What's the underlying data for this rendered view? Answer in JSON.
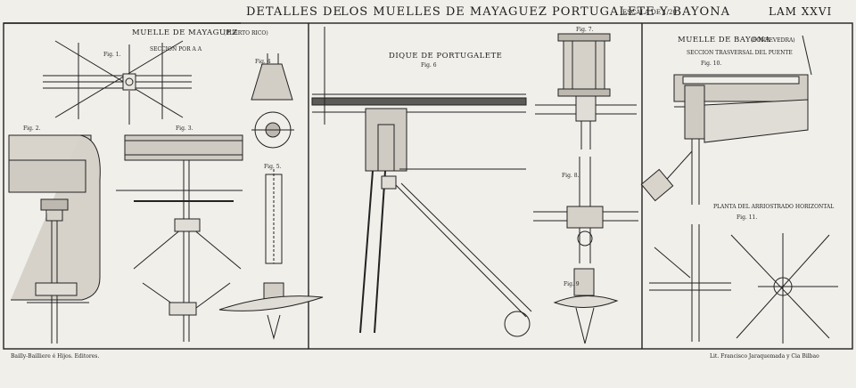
{
  "header": {
    "title_left": "DETALLES DE",
    "title_main": "LOS MUELLES DE MAYAGUEZ PORTUGALETE Y BAYONA",
    "scale": "ESCALA DE 1/20",
    "plate": "LAM XXVI"
  },
  "mayaguez": {
    "title": "MUELLE DE MAYAGUEZ",
    "subtitle": "(PUERTO RICO)",
    "section": "SECCION POR A A",
    "fig1": "Fig. 1.",
    "fig2": "Fig. 2.",
    "fig3": "Fig. 3.",
    "fig4": "Fig. 4",
    "fig5": "Fig. 5."
  },
  "portugalete": {
    "title": "DIQUE DE PORTUGALETE",
    "fig6": "Fig. 6",
    "fig7": "Fig. 7.",
    "fig8": "Fig. 8.",
    "fig9": "Fig. 9"
  },
  "bayona": {
    "title": "MUELLE DE BAYONA",
    "subtitle": "(PONTEVEDRA)",
    "section": "SECCION TRASVERSAL DEL PUENTE",
    "fig10": "Fig. 10.",
    "plan": "PLANTA DEL ARRIOSTRADO HORIZONTAL",
    "fig11": "Fig. 11."
  },
  "footer": {
    "left": "Bailly-Bailliere é Hijos. Editores.",
    "right": "Lit. Francisco Jaraquemada y Cia Bilbao"
  }
}
